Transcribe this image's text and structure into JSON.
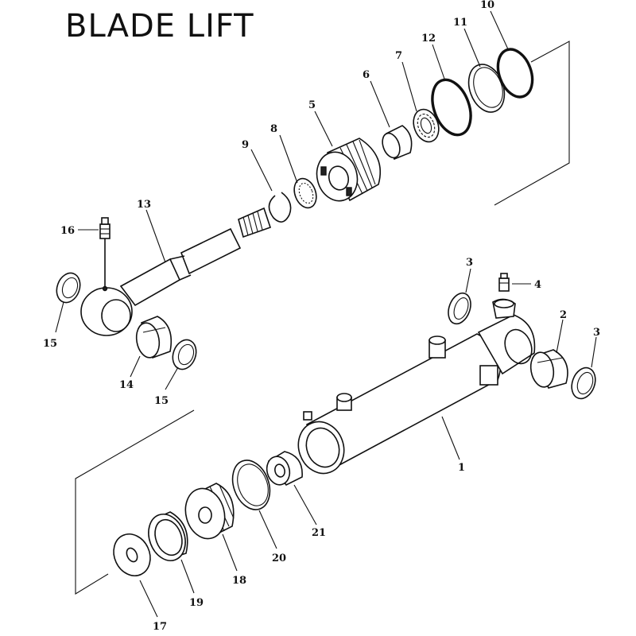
{
  "title": "BLADE LIFT",
  "labels": {
    "p1": "1",
    "p2": "2",
    "p3a": "3",
    "p3b": "3",
    "p4": "4",
    "p5": "5",
    "p6": "6",
    "p7": "7",
    "p8": "8",
    "p9": "9",
    "p10": "10",
    "p11": "11",
    "p12": "12",
    "p13": "13",
    "p14": "14",
    "p15a": "15",
    "p15b": "15",
    "p16": "16",
    "p17": "17",
    "p18": "18",
    "p19": "19",
    "p20": "20",
    "p21": "21"
  }
}
